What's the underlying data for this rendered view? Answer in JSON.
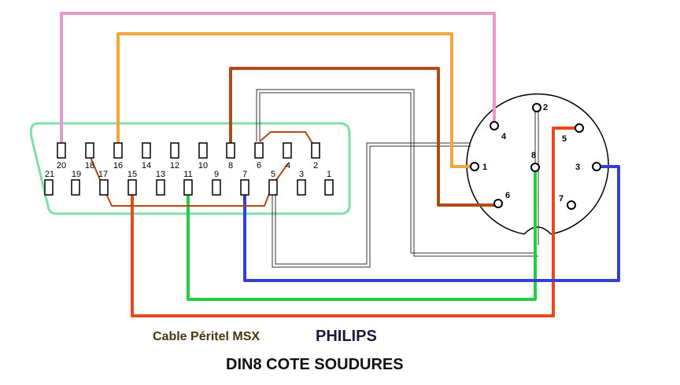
{
  "captions": {
    "cable": "Cable Péritel MSX",
    "brand": "PHILIPS",
    "connector": "DIN8 COTE SOUDURES"
  },
  "scart": {
    "top_pins": [
      "20",
      "18",
      "16",
      "14",
      "12",
      "10",
      "8",
      "6",
      "4",
      "2"
    ],
    "bottom_pins": [
      "21",
      "19",
      "17",
      "15",
      "13",
      "11",
      "9",
      "7",
      "5",
      "3",
      "1"
    ]
  },
  "din8": {
    "pins": [
      "1",
      "2",
      "3",
      "4",
      "5",
      "6",
      "7",
      "8"
    ]
  },
  "wire_colors": {
    "pink": "#e699c8",
    "orange": "#f0a63c",
    "brown": "#b04a18",
    "red": "#e84a1a",
    "green": "#22cc44",
    "blue": "#3340d8",
    "shield": "#333333",
    "scart_outline": "#7fe0a6"
  }
}
